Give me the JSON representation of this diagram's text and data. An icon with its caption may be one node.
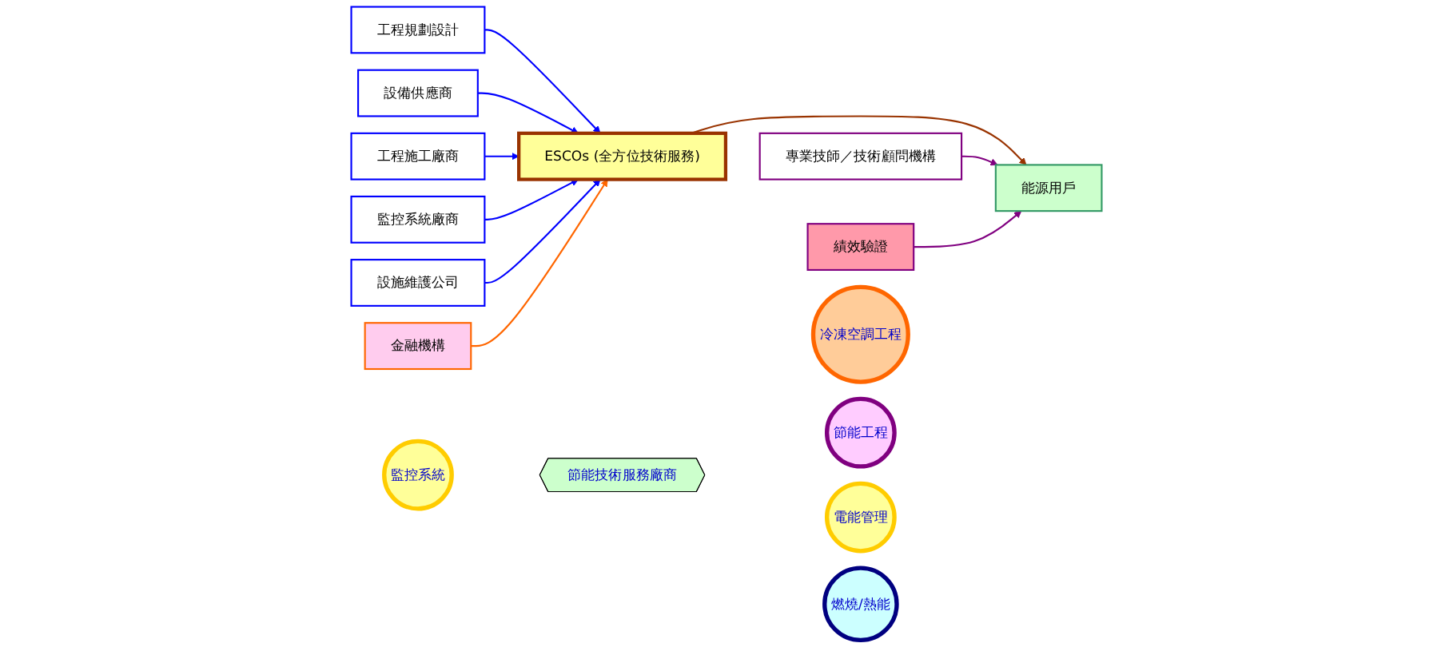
{
  "diagram": {
    "nodes": [
      {
        "text": [
          "工程規劃設計"
        ]
      },
      {
        "text": [
          "設備供應商"
        ]
      },
      {
        "text": [
          "工程施工廠商"
        ]
      },
      {
        "text": [
          "監控系統廠商"
        ]
      },
      {
        "text": [
          "設施維護公司"
        ]
      },
      {
        "text": [
          "金融機構"
        ]
      },
      {
        "text": [
          "ESCOs (全方位技術服務)"
        ]
      },
      {
        "text": [
          "專業技師／技術顧問機構"
        ]
      },
      {
        "text": [
          "能源用戶"
        ]
      },
      {
        "text": [
          "績效驗證"
        ]
      },
      {
        "text": [
          "節能技術服務廠商"
        ]
      },
      {
        "text": [
          "冷凍空調工程"
        ]
      },
      {
        "text": [
          "節能工程"
        ]
      },
      {
        "text": [
          "監控系統"
        ]
      },
      {
        "text": [
          "電能管理"
        ]
      },
      {
        "text": [
          "燃燒/熱能"
        ]
      }
    ],
    "edges": [
      {
        "from": 0,
        "to": 6,
        "arrow": "to"
      },
      {
        "from": 1,
        "to": 6,
        "arrow": "to"
      },
      {
        "from": 2,
        "to": 6,
        "arrow": "to"
      },
      {
        "from": 3,
        "to": 6,
        "arrow": "to"
      },
      {
        "from": 4,
        "to": 6,
        "arrow": "to"
      },
      {
        "from": 5,
        "to": 6,
        "arrow": "to",
        "color": "#ff6600"
      },
      {
        "from": 6,
        "to": 8,
        "arrow": "to",
        "color": "#993300"
      },
      {
        "from": 7,
        "to": 8,
        "arrow": "to",
        "color": "#800080"
      },
      {
        "from": 9,
        "to": 8,
        "arrow": "to",
        "color": "#800080"
      }
    ]
  }
}
